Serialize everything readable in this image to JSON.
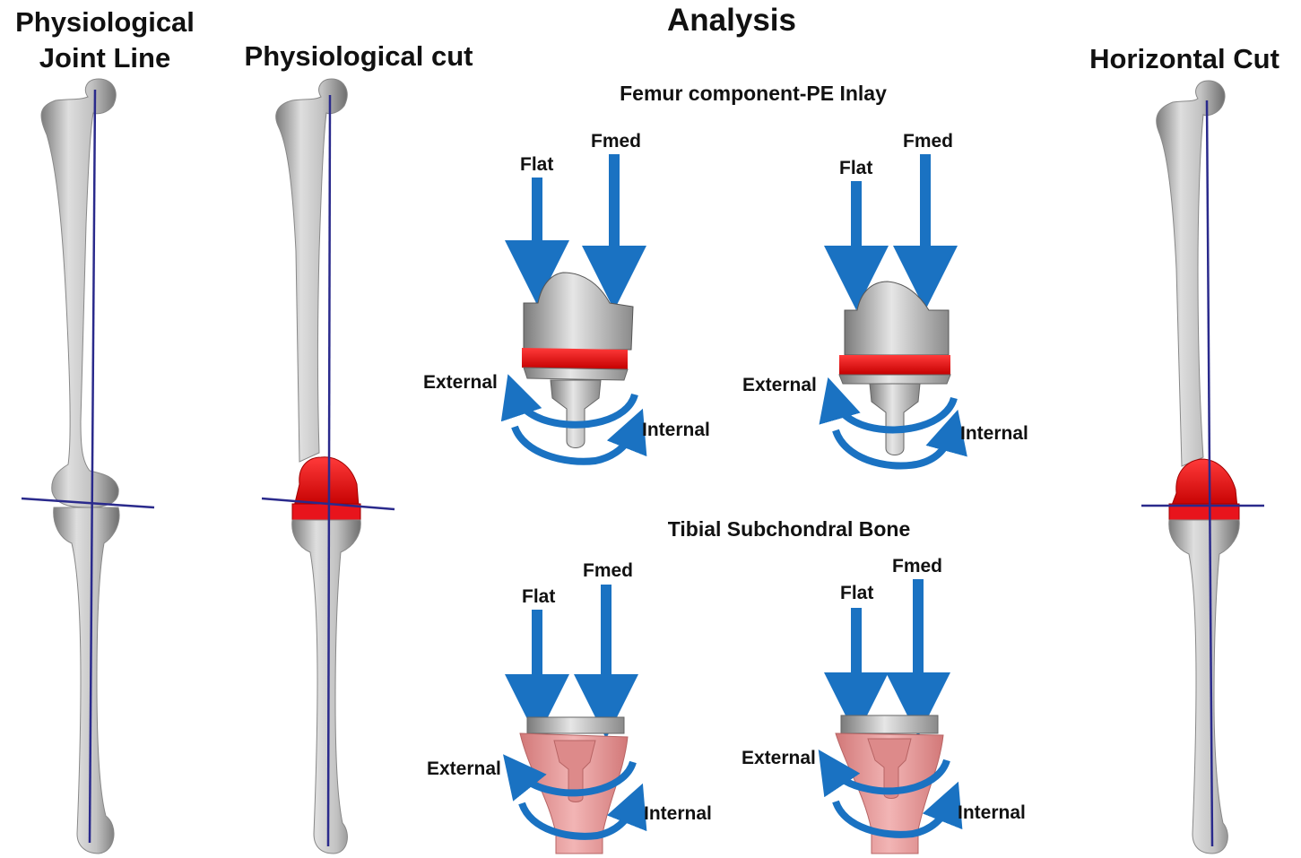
{
  "titles": {
    "col1_line1": "Physiological",
    "col1_line2": "Joint Line",
    "col2": "Physiological cut",
    "analysis": "Analysis",
    "col4": "Horizontal Cut",
    "femur_section": "Femur component-PE Inlay",
    "tibia_section": "Tibial Subchondral Bone"
  },
  "panel_labels": {
    "flat": "Flat",
    "fmed": "Fmed",
    "external": "External",
    "internal": "Internal"
  },
  "colors": {
    "bone": "#c4c4c4",
    "implant_red": "#e8141c",
    "axis_line": "#2a2a8c",
    "arrow_blue": "#1a72c2",
    "tibia_pink": "#e79a9a"
  }
}
